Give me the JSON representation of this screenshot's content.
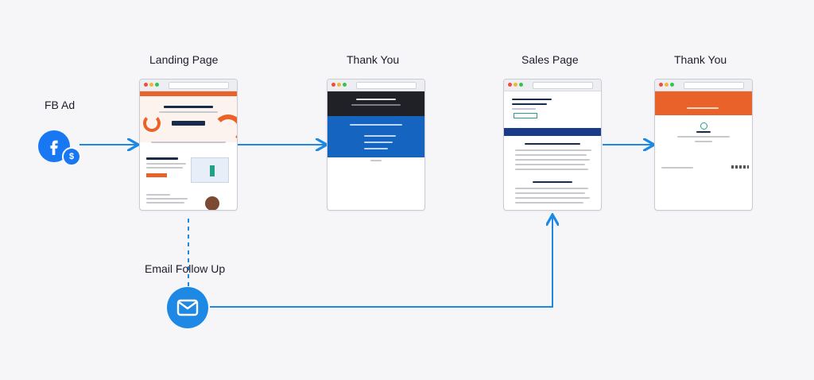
{
  "nodes": {
    "fb_ad": {
      "label": "FB Ad",
      "icon": "facebook-dollar-icon"
    },
    "landing_page": {
      "label": "Landing Page"
    },
    "thank_you_1": {
      "label": "Thank You"
    },
    "sales_page": {
      "label": "Sales Page"
    },
    "thank_you_2": {
      "label": "Thank You"
    },
    "email": {
      "label": "Email Follow Up",
      "icon": "mail-icon"
    }
  },
  "colors": {
    "accent": "#1e88e5",
    "orange": "#e8622a",
    "navy": "#1a2b4a",
    "blue": "#1565c0"
  }
}
